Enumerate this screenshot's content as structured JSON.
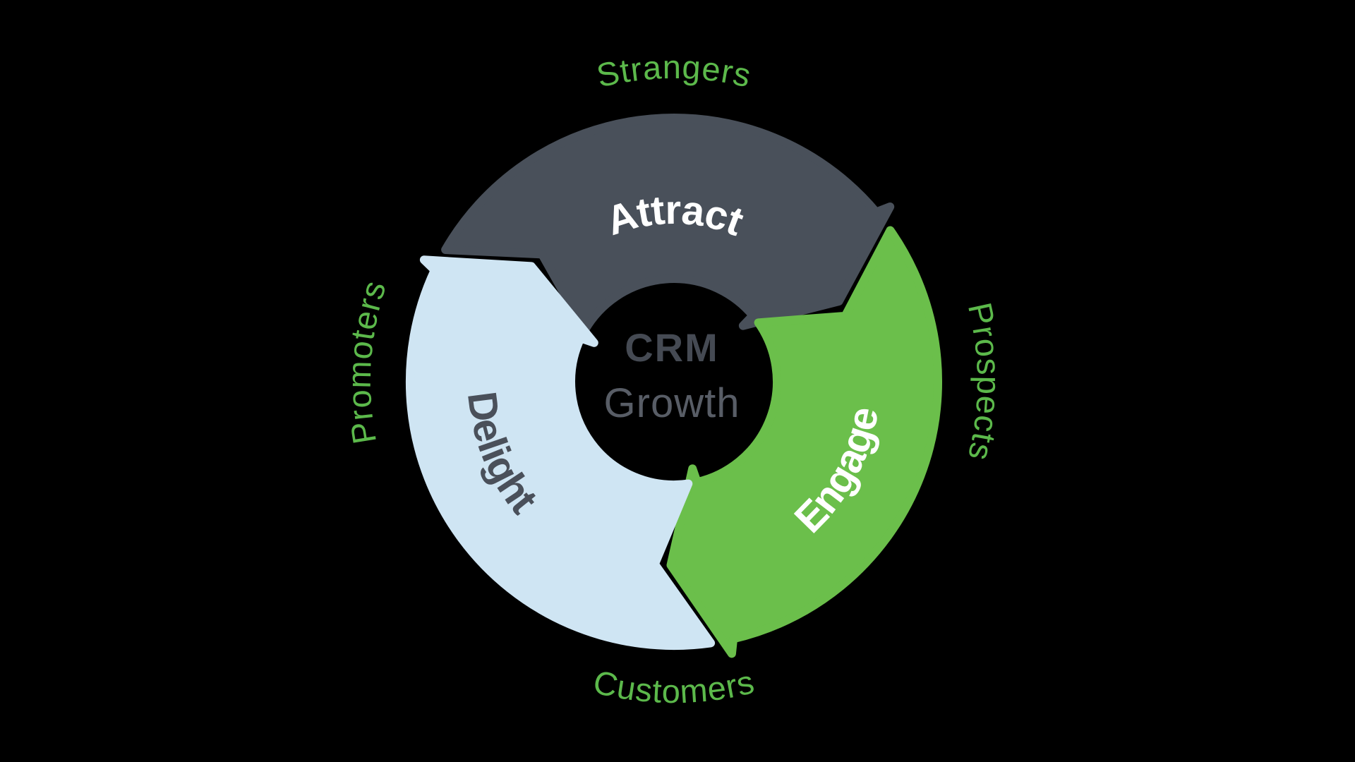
{
  "flywheel": {
    "center_label": {
      "line1": "CRM",
      "line2": "Growth"
    },
    "segments": [
      {
        "id": "attract",
        "label": "Attract",
        "color": "#49505A",
        "label_color": "#FFFFFF",
        "position": "top"
      },
      {
        "id": "engage",
        "label": "Engage",
        "color": "#6BBF4B",
        "label_color": "#FFFFFF",
        "position": "right"
      },
      {
        "id": "delight",
        "label": "Delight",
        "color": "#CFE5F3",
        "label_color": "#4A505A",
        "position": "left"
      }
    ],
    "outer_labels": [
      {
        "id": "strangers",
        "text": "Strangers",
        "position": "top"
      },
      {
        "id": "prospects",
        "text": "Prospects",
        "position": "right"
      },
      {
        "id": "customers",
        "text": "Customers",
        "position": "bottom"
      },
      {
        "id": "promoters",
        "text": "Promoters",
        "position": "left"
      }
    ],
    "colors": {
      "background": "#000000",
      "outer_label": "#5CB94B",
      "center_line1": "#454A53",
      "center_line2": "#585D66"
    }
  }
}
